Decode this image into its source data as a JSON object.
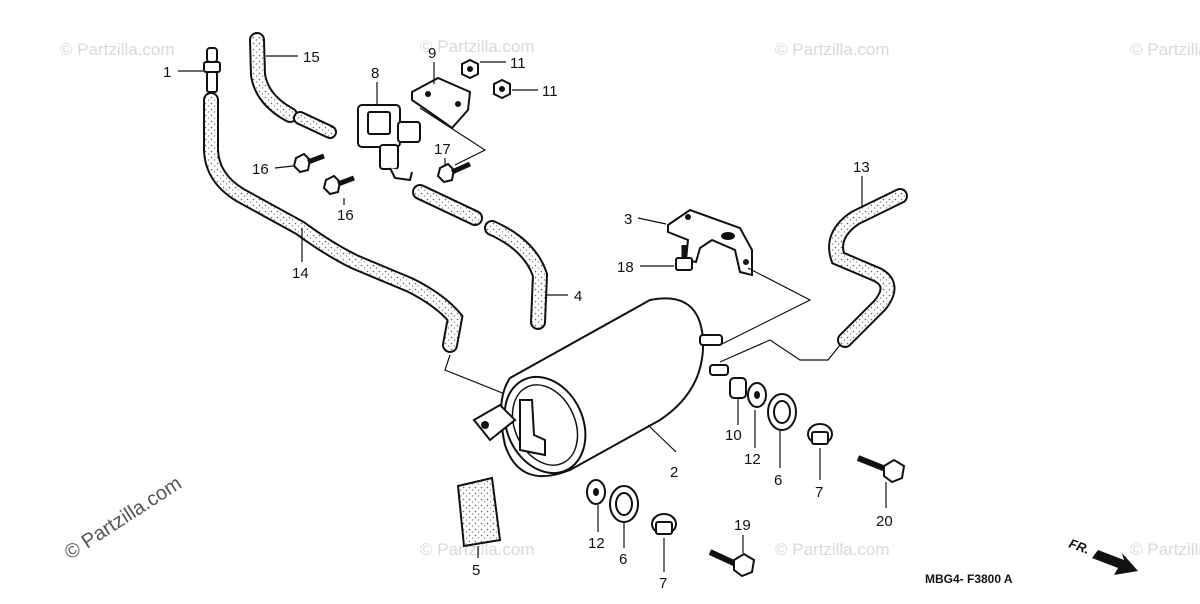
{
  "diagram": {
    "drawing_code": "MBG4- F3800 A",
    "direction_label": "FR.",
    "watermark": "© Partzilla.com",
    "callouts": {
      "c1": "1",
      "c15": "15",
      "c9": "9",
      "c11a": "11",
      "c11b": "11",
      "c8": "8",
      "c16a": "16",
      "c16b": "16",
      "c17": "17",
      "c13": "13",
      "c3": "3",
      "c18": "18",
      "c14": "14",
      "c4": "4",
      "c10": "10",
      "c12a": "12",
      "c6a": "6",
      "c7a": "7",
      "c2": "2",
      "c20": "20",
      "c5": "5",
      "c12b": "12",
      "c6b": "6",
      "c7b": "7",
      "c19": "19"
    }
  }
}
